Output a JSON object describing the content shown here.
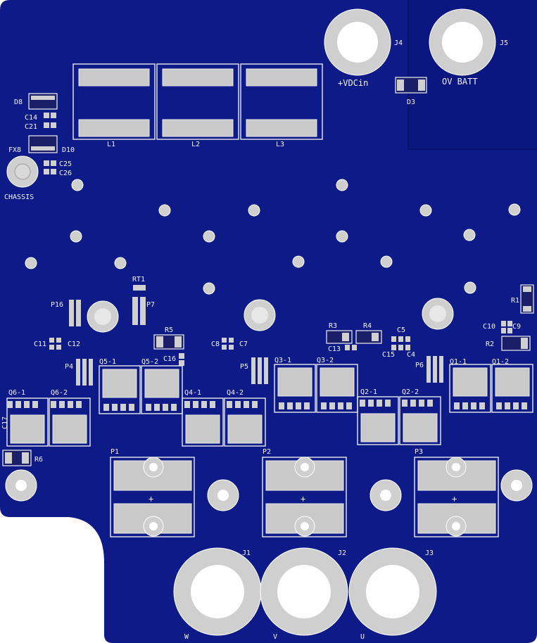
{
  "board": {
    "colors": {
      "soldermask": "#0e1a88",
      "soldermask_dark": "#0a136c",
      "copper_finish": "#c9c9c9",
      "silkscreen": "#f2f2f2",
      "background": "#ffffff"
    }
  },
  "labels": {
    "J4": "J4",
    "J5": "J5",
    "vdc_in": "+VDCin",
    "ov_batt": "OV BATT",
    "D3": "D3",
    "D8": "D8",
    "C14": "C14",
    "C21": "C21",
    "FX8": "FX8",
    "D10": "D10",
    "C25": "C25",
    "C26": "C26",
    "chassis": "CHASSIS",
    "L1": "L1",
    "L2": "L2",
    "L3": "L3",
    "RT1": "RT1",
    "P16": "P16",
    "P7": "P7",
    "R1": "R1",
    "C10": "C10",
    "C9": "C9",
    "R2": "R2",
    "R3": "R3",
    "R4": "R4",
    "C5": "C5",
    "C13": "C13",
    "C15": "C15",
    "C4": "C4",
    "R5": "R5",
    "C16": "C16",
    "C11": "C11",
    "C12": "C12",
    "C8": "C8",
    "C7": "C7",
    "P4": "P4",
    "P5": "P5",
    "P6": "P6",
    "Q5_1": "Q5-1",
    "Q5_2": "Q5-2",
    "Q3_1": "Q3-1",
    "Q3_2": "Q3-2",
    "Q1_1": "Q1-1",
    "Q1_2": "Q1-2",
    "Q6_1": "Q6-1",
    "Q6_2": "Q6-2",
    "Q4_1": "Q4-1",
    "Q4_2": "Q4-2",
    "Q2_1": "Q2-1",
    "Q2_2": "Q2-2",
    "C17": "C17",
    "R6": "R6",
    "P1": "P1",
    "P2": "P2",
    "P3": "P3",
    "plus": "+",
    "J1": "J1",
    "J2": "J2",
    "J3": "J3",
    "W": "W",
    "V": "V",
    "U": "U"
  }
}
